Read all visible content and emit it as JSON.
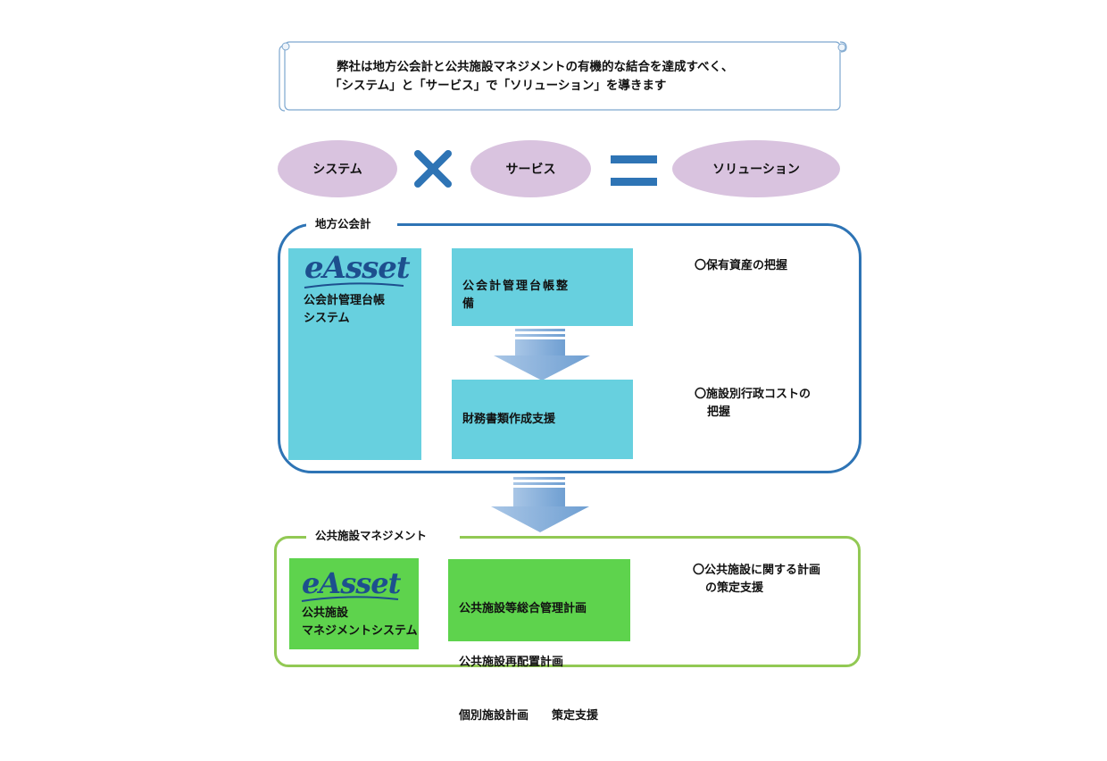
{
  "banner": {
    "line1": "弊社は地方公会計と公共施設マネジメントの有機的な結合を達成すべく、",
    "line2": "「システム」と「サービス」で「ソリューション」を導きます"
  },
  "equation": {
    "system": "システム",
    "service": "サービス",
    "solution": "ソリューション"
  },
  "public_accounting": {
    "title": "地方公会計",
    "logo": "eAsset",
    "system_label_line1": "公会計管理台帳",
    "system_label_line2": "システム",
    "step1_line1": "公会計管理台帳整",
    "step1_line2": "備",
    "step2": "財務書類作成支援",
    "note1": "〇保有資産の把握",
    "note2_line1": "〇施設別行政コストの",
    "note2_line2": "把握"
  },
  "facility_management": {
    "title": "公共施設マネジメント",
    "logo": "eAsset",
    "system_label_line1": "公共施設",
    "system_label_line2": "マネジメントシステム",
    "plan_line1": "公共施設等総合管理計画",
    "plan_line2": "公共施設再配置計画",
    "plan_line3": "個別施設計画　　策定支援",
    "note1_line1": "〇公共施設に関する計画",
    "note1_line2": "の策定支援"
  },
  "colors": {
    "oval": "#d9c3df",
    "accent_blue": "#2e74b5",
    "box_cyan": "#67d0df",
    "accent_green": "#92c954",
    "box_green": "#5ed34d"
  }
}
